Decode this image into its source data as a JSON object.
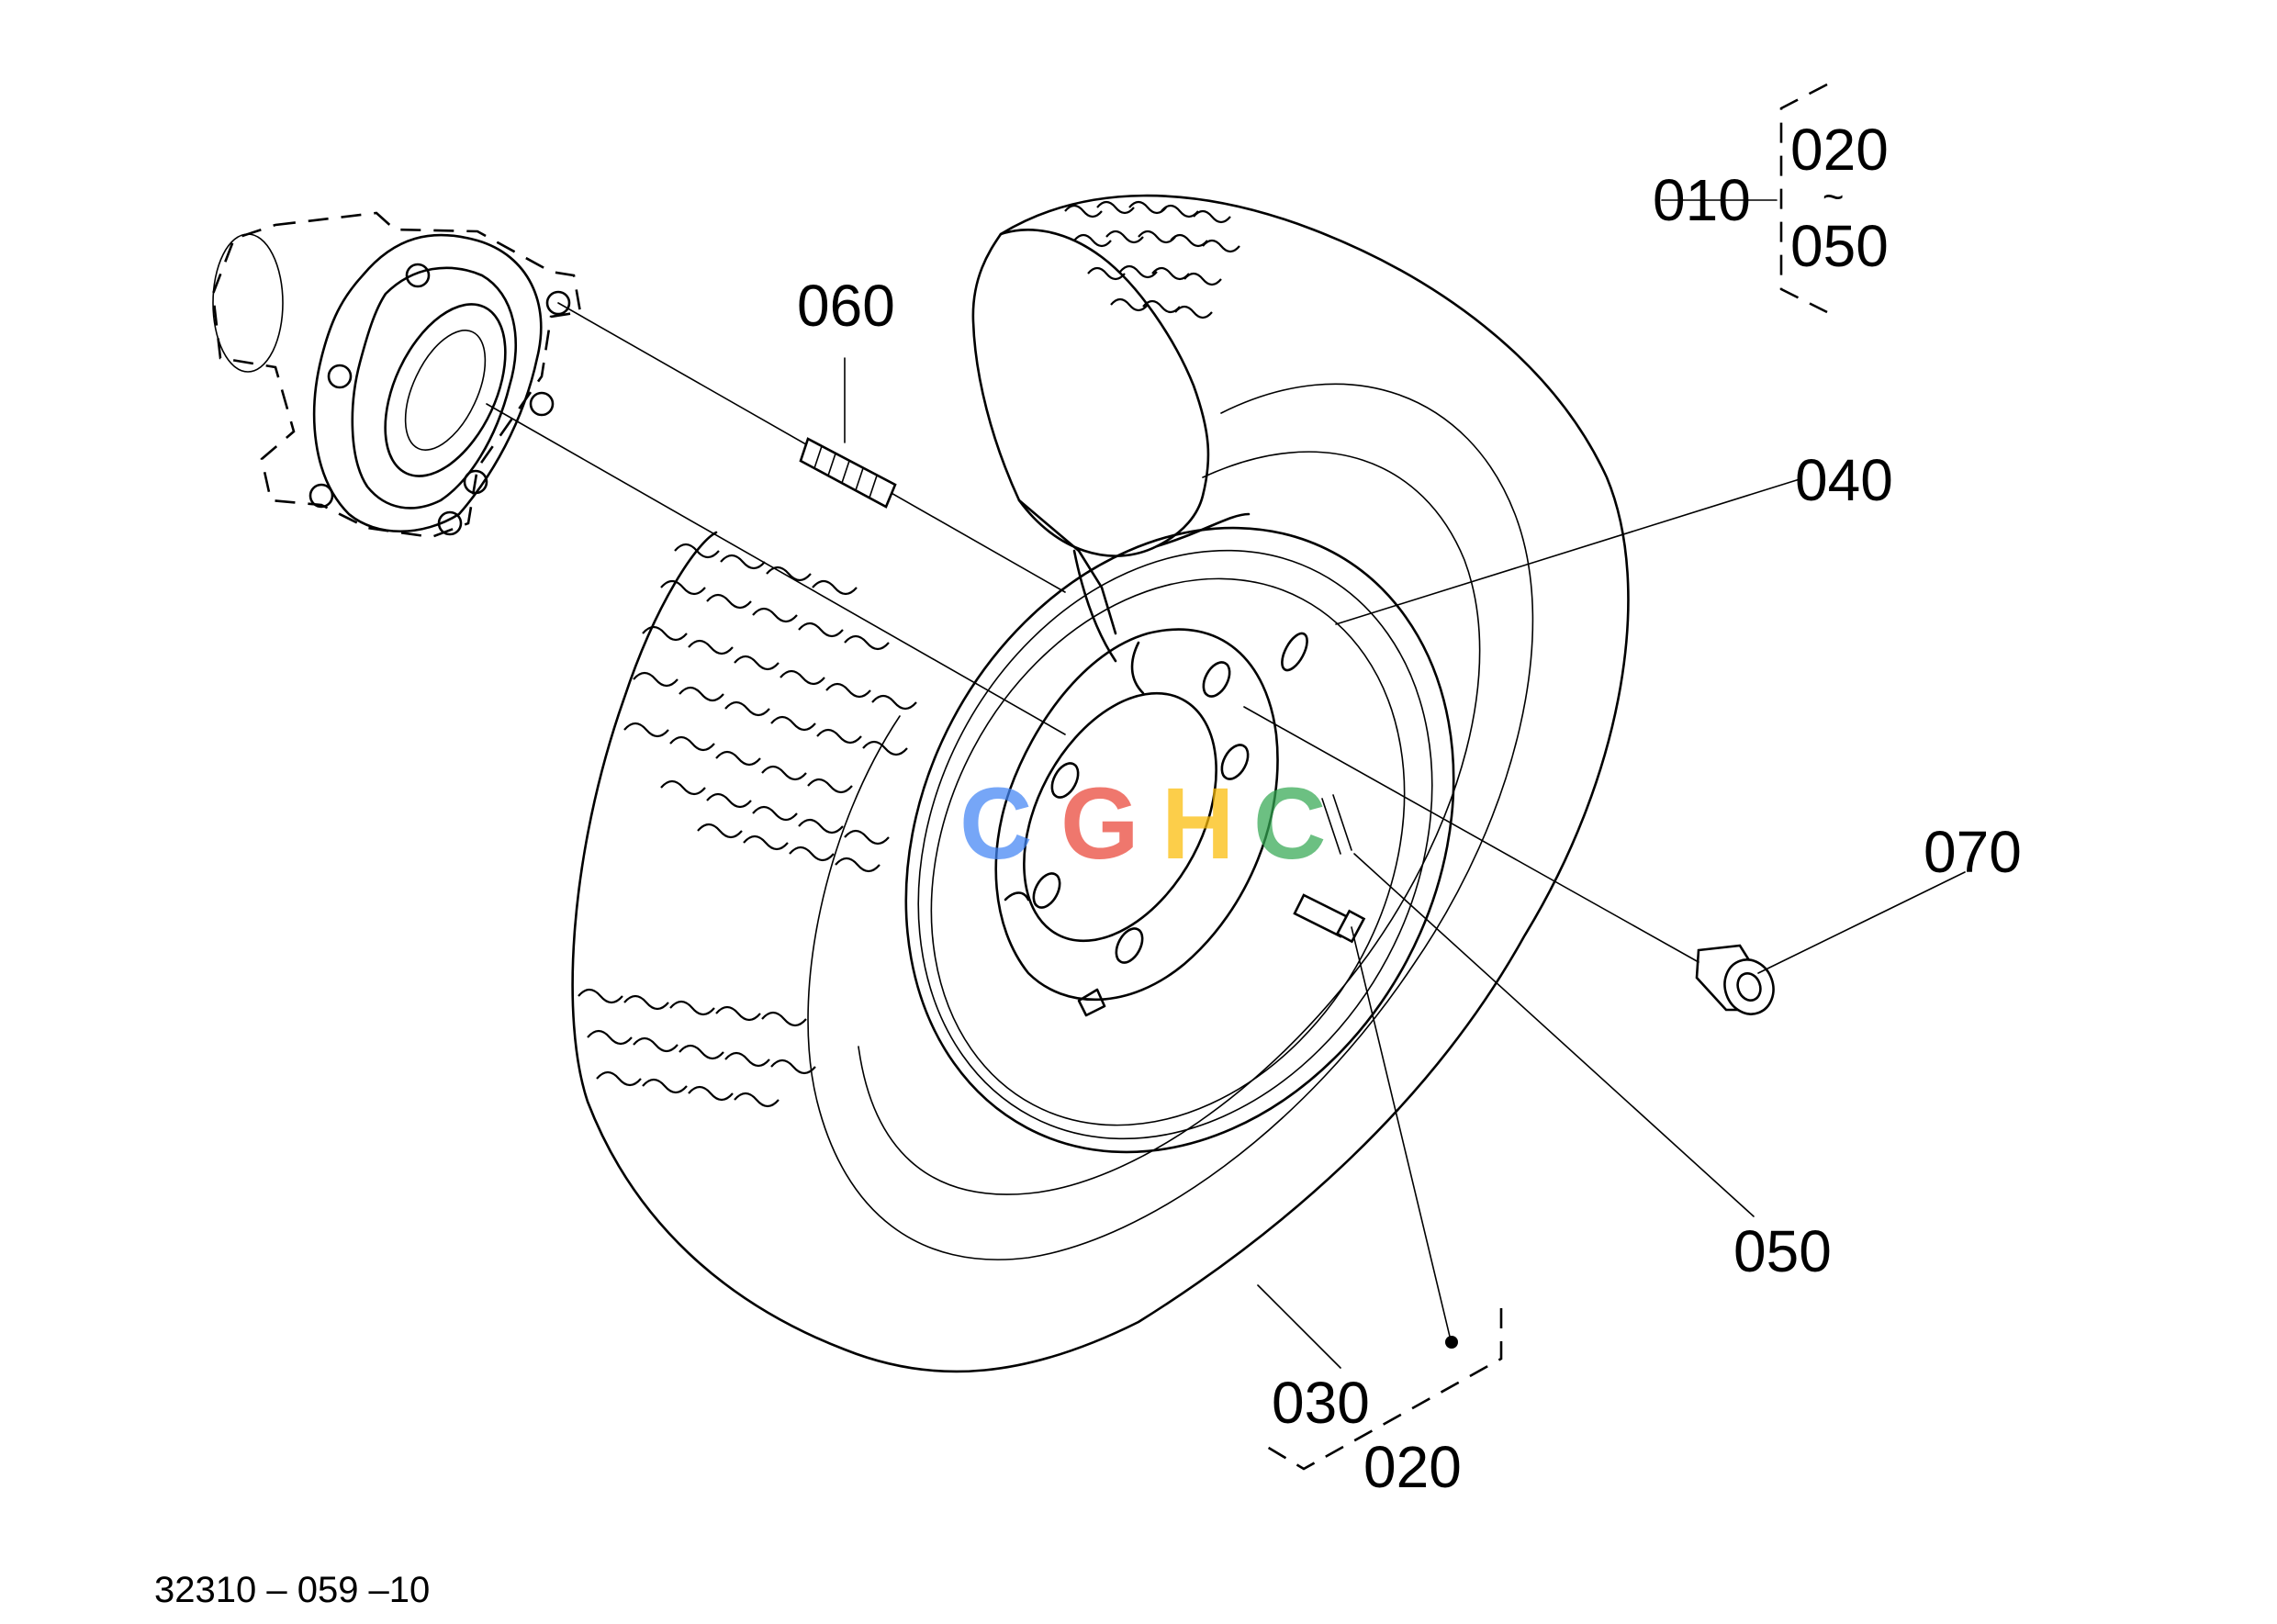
{
  "diagram": {
    "drawing_number": "32310 – 059 –10",
    "watermark": "CGHC",
    "watermark_colors": [
      "#4285F4",
      "#EA4335",
      "#FBBC05",
      "#34A853"
    ],
    "part_labels": {
      "p010": "010",
      "p020_top": "020",
      "p050_top": "050",
      "range_mark": "~",
      "p060": "060",
      "p040": "040",
      "p070": "070",
      "p050": "050",
      "p030": "030",
      "p020": "020"
    }
  }
}
